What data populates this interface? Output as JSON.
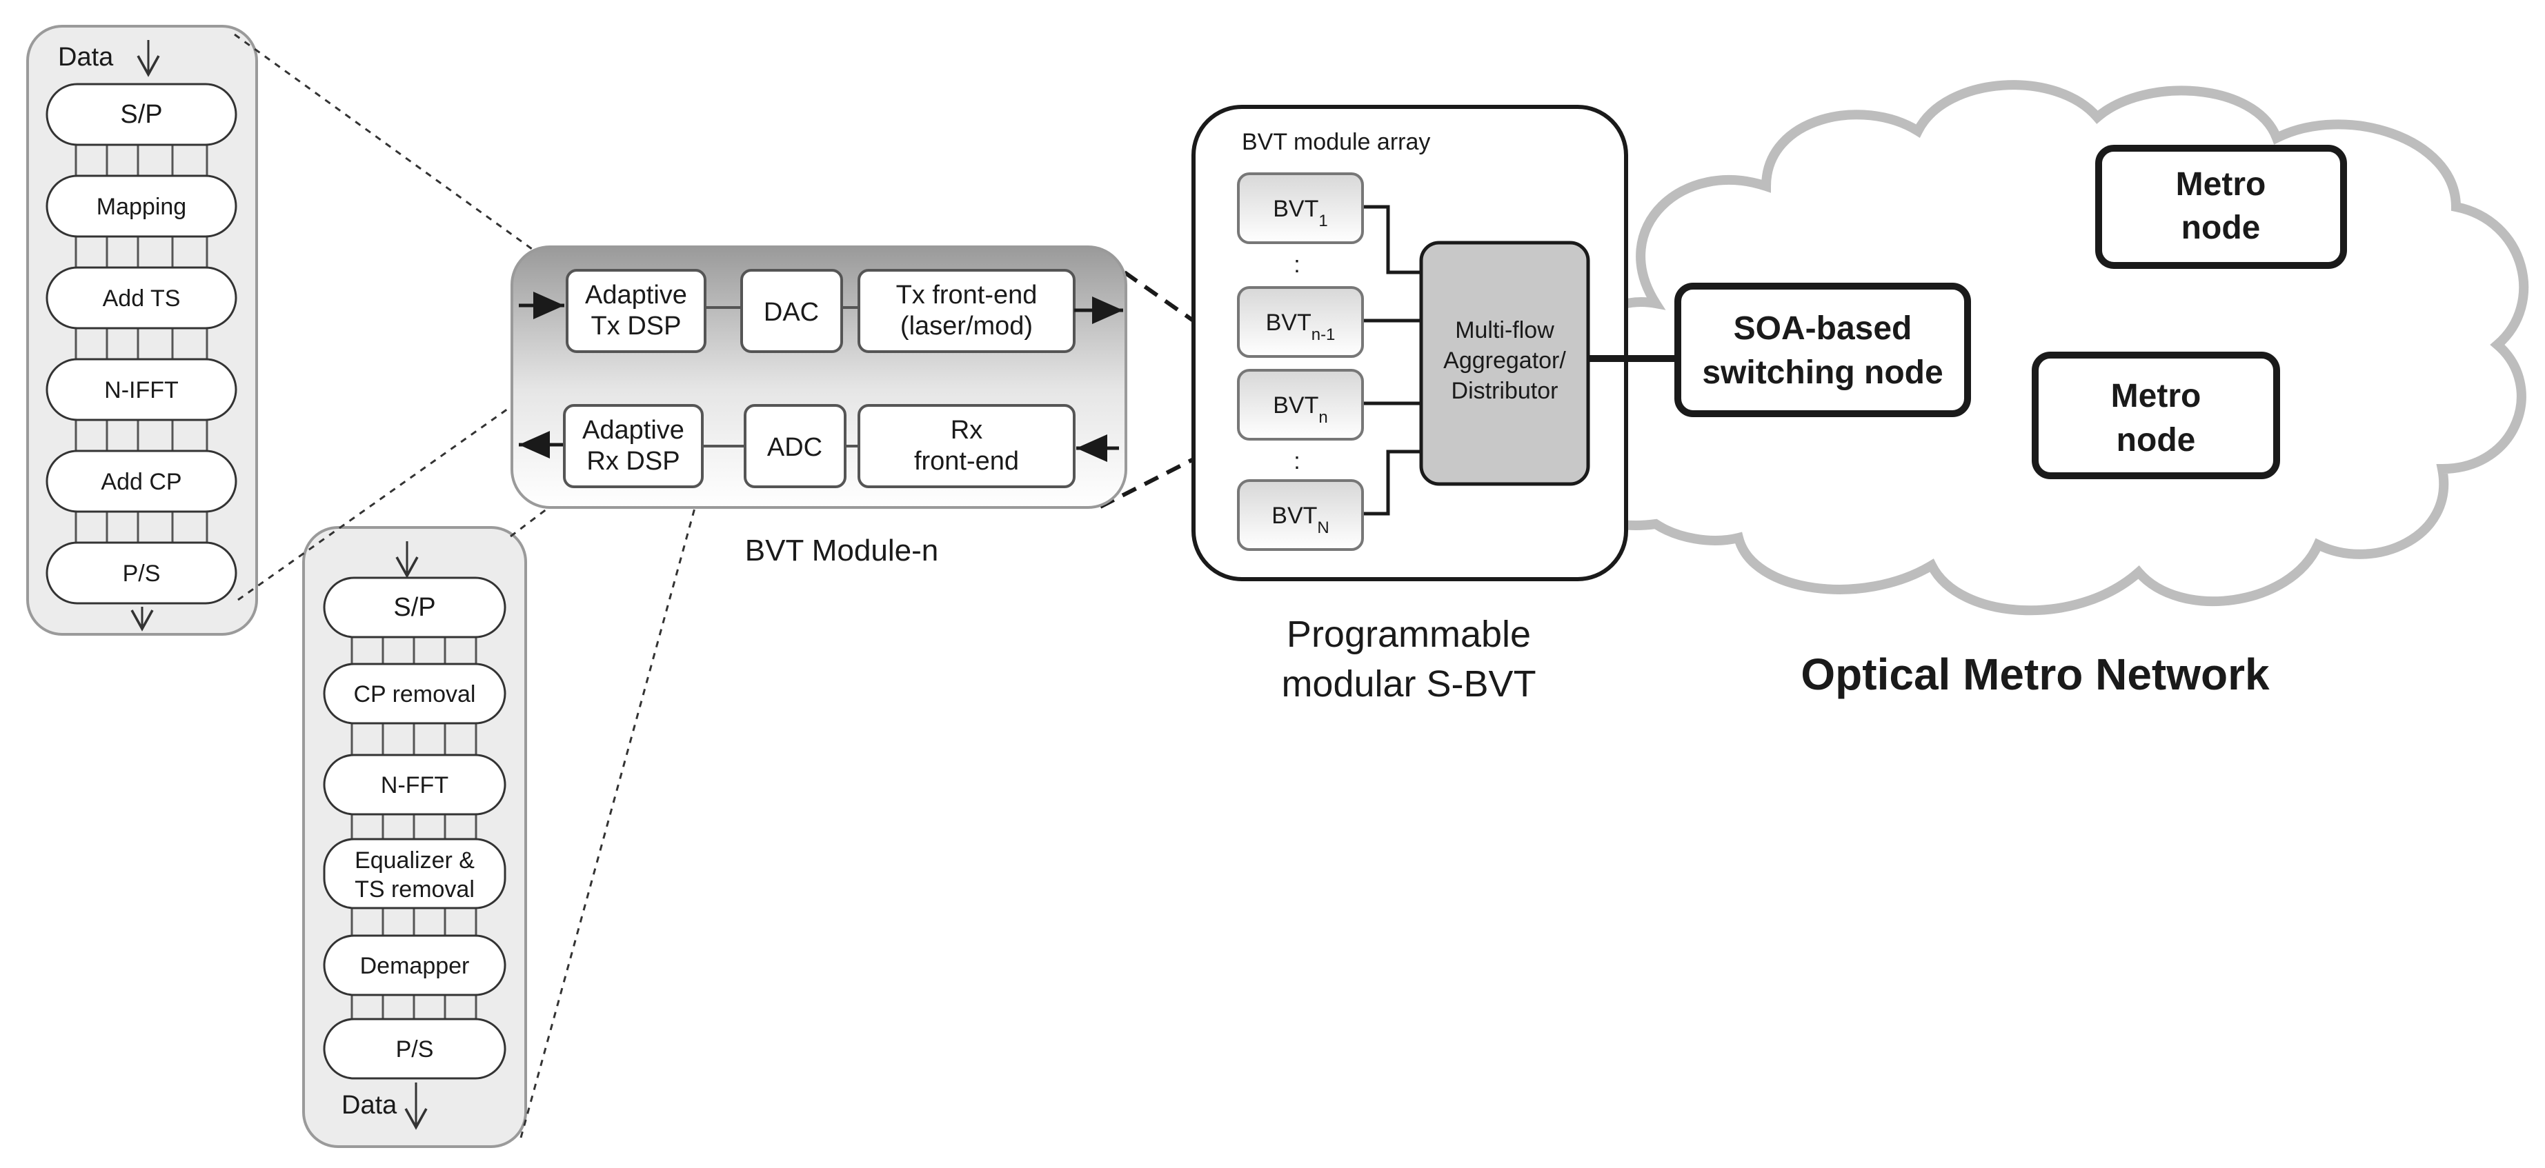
{
  "tx_dsp_chain": {
    "data_label": "Data",
    "stages": [
      "S/P",
      "Mapping",
      "Add TS",
      "N-IFFT",
      "Add CP",
      "P/S"
    ]
  },
  "rx_dsp_chain": {
    "data_label": "Data",
    "stages": [
      "S/P",
      "CP removal",
      "N-FFT",
      "Equalizer &",
      "TS removal",
      "Demapper",
      "P/S"
    ]
  },
  "bvt_module": {
    "tx_dsp": [
      "Adaptive",
      "Tx DSP"
    ],
    "dac": "DAC",
    "tx_frontend": [
      "Tx front-end",
      "(laser/mod)"
    ],
    "rx_dsp": [
      "Adaptive",
      "Rx DSP"
    ],
    "adc": "ADC",
    "rx_frontend": [
      "Rx",
      "front-end"
    ],
    "caption": "BVT Module-n"
  },
  "sbvt": {
    "array_label": "BVT module array",
    "modules": [
      {
        "base": "BVT",
        "sub": "1"
      },
      {
        "base": "BVT",
        "sub": "n-1"
      },
      {
        "base": "BVT",
        "sub": "n"
      },
      {
        "base": "BVT",
        "sub": "N"
      }
    ],
    "ellipsis": ":",
    "aggregator": [
      "Multi-flow",
      "Aggregator/",
      "Distributor"
    ],
    "caption": [
      "Programmable",
      "modular S-BVT"
    ]
  },
  "network": {
    "soa_node": [
      "SOA-based",
      "switching node"
    ],
    "metro_node_1": [
      "Metro",
      "node"
    ],
    "metro_node_2": [
      "Metro",
      "node"
    ],
    "caption": "Optical Metro Network"
  },
  "colors": {
    "panel_fill": "#ececec",
    "block_fill": "#ffffff",
    "block_stroke": "#555555",
    "cloud_stroke": "#bdbdbd",
    "agg_fill": "#c8c8c8"
  }
}
